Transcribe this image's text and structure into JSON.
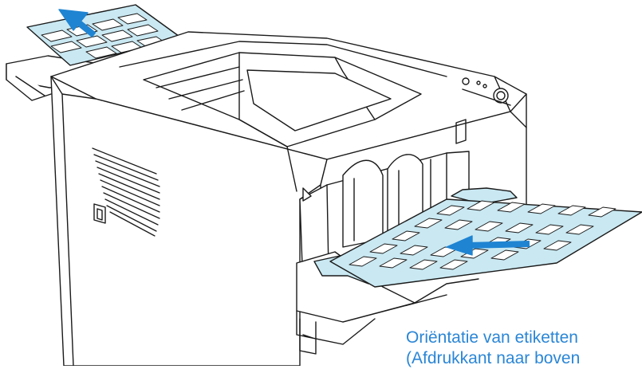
{
  "caption": {
    "line1": "Oriëntatie van etiketten",
    "line2": "(Afdrukkant naar boven"
  },
  "colors": {
    "label_sheet": "#c9e8f2",
    "arrow": "#1f84d2",
    "caption_text": "#2a86d6",
    "outline": "#1a1a1a"
  },
  "icons": [
    "label-sheet",
    "feed-direction-arrow",
    "output-direction-arrow"
  ]
}
